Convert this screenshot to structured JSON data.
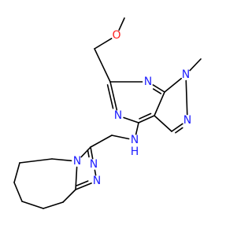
{
  "molecule": {
    "colors": {
      "bond": "#000000",
      "nitrogen": "#2020ff",
      "oxygen": "#ff2020"
    },
    "atoms": [
      {
        "name": "atom-o-methoxy",
        "symbol": "O",
        "color": "oxygen"
      },
      {
        "name": "atom-n7-pyrimidine",
        "symbol": "N",
        "color": "nitrogen"
      },
      {
        "name": "atom-n1-pyrazole",
        "symbol": "N",
        "color": "nitrogen"
      },
      {
        "name": "atom-n5-pyrimidine",
        "symbol": "N",
        "color": "nitrogen"
      },
      {
        "name": "atom-n2-pyrazole",
        "symbol": "N",
        "color": "nitrogen"
      },
      {
        "name": "atom-nh-amine",
        "symbol": "N",
        "sub": "H",
        "color": "nitrogen"
      },
      {
        "name": "atom-n4-triazole",
        "symbol": "N",
        "color": "nitrogen"
      },
      {
        "name": "atom-n2-triazole",
        "symbol": "N",
        "color": "nitrogen"
      },
      {
        "name": "atom-n1-triazole",
        "symbol": "N",
        "color": "nitrogen"
      }
    ]
  }
}
